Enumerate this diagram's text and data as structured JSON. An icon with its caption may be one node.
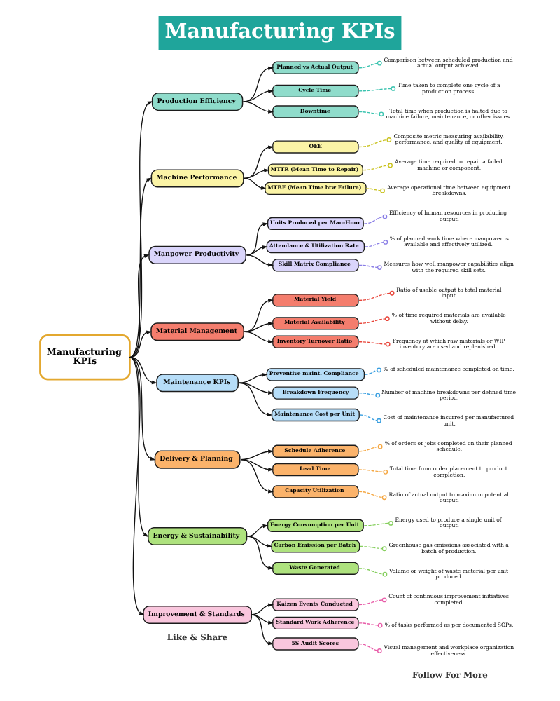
{
  "diagram": {
    "title": "Manufacturing KPIs",
    "nodes": [
      {
        "text": [
          "Manufacturing KPIs"
        ]
      },
      {
        "text": [
          "Production Efficiency"
        ]
      },
      {
        "text": [
          "Planned vs Actual Output"
        ]
      },
      {
        "text": [
          "Comparison between scheduled production and actual output achieved."
        ]
      },
      {
        "text": [
          "Cycle Time"
        ]
      },
      {
        "text": [
          "Time taken to complete one cycle of a production process."
        ]
      },
      {
        "text": [
          "Downtime"
        ]
      },
      {
        "text": [
          "Total time when production is halted due to machine failure, maintenance, or other issues."
        ]
      },
      {
        "text": [
          "Machine Performance"
        ]
      },
      {
        "text": [
          "OEE"
        ]
      },
      {
        "text": [
          "Composite metric measuring availability, performance, and quality of equipment."
        ]
      },
      {
        "text": [
          "MTTR (Mean Time to Repair)"
        ]
      },
      {
        "text": [
          "Average time required to repair a failed machine or component."
        ]
      },
      {
        "text": [
          "MTBF (Mean Time btw Failure)"
        ]
      },
      {
        "text": [
          "Average operational time between equipment breakdowns."
        ]
      },
      {
        "text": [
          "Manpower Productivity"
        ]
      },
      {
        "text": [
          "Units Produced per Man-Hour"
        ]
      },
      {
        "text": [
          "Efficiency of human resources in producing output."
        ]
      },
      {
        "text": [
          "Attendance & Utilization Rate"
        ]
      },
      {
        "text": [
          "% of planned work time where manpower is available and effectively utilized."
        ]
      },
      {
        "text": [
          "Skill Matrix Compliance"
        ]
      },
      {
        "text": [
          "Measures how well manpower capabilities align with the required skill sets."
        ]
      },
      {
        "text": [
          "Material Management"
        ]
      },
      {
        "text": [
          "Material Yield"
        ]
      },
      {
        "text": [
          "Ratio of usable output to total material input."
        ]
      },
      {
        "text": [
          "Material Availability"
        ]
      },
      {
        "text": [
          "% of time required materials are available without delay."
        ]
      },
      {
        "text": [
          "Inventory Turnover Ratio"
        ]
      },
      {
        "text": [
          "Frequency at which raw materials or WIP inventory are used and replenished."
        ]
      },
      {
        "text": [
          "Maintenance KPIs"
        ]
      },
      {
        "text": [
          "Preventive maint. Compliance"
        ]
      },
      {
        "text": [
          "% of scheduled maintenance completed on time."
        ]
      },
      {
        "text": [
          "Breakdown Frequency"
        ]
      },
      {
        "text": [
          "Number of machine breakdowns per defined time period."
        ]
      },
      {
        "text": [
          "Maintenance Cost per Unit"
        ]
      },
      {
        "text": [
          "Cost of maintenance incurred per manufactured unit."
        ]
      },
      {
        "text": [
          "Delivery & Planning"
        ]
      },
      {
        "text": [
          "Schedule Adherence"
        ]
      },
      {
        "text": [
          "% of orders or jobs completed on their planned schedule."
        ]
      },
      {
        "text": [
          "Lead Time"
        ]
      },
      {
        "text": [
          "Total time from order placement to product completion."
        ]
      },
      {
        "text": [
          "Capacity Utilization"
        ]
      },
      {
        "text": [
          "Ratio of actual output to maximum potential output."
        ]
      },
      {
        "text": [
          "Energy & Sustainability"
        ]
      },
      {
        "text": [
          "Energy Consumption per Unit"
        ]
      },
      {
        "text": [
          "Energy used to produce a single unit of output."
        ]
      },
      {
        "text": [
          "Carbon Emission per Batch"
        ]
      },
      {
        "text": [
          "Greenhouse gas emissions associated with a batch of production."
        ]
      },
      {
        "text": [
          "Waste Generated"
        ]
      },
      {
        "text": [
          "Volume or weight of waste material per unit produced."
        ]
      },
      {
        "text": [
          "Improvement & Standards"
        ]
      },
      {
        "text": [
          "Kaizen Events Conducted"
        ]
      },
      {
        "text": [
          "Count of continuous improvement initiatives completed."
        ]
      },
      {
        "text": [
          "Standard Work Adherence"
        ]
      },
      {
        "text": [
          "% of tasks performed as per documented SOPs."
        ]
      },
      {
        "text": [
          "5S Audit Scores"
        ]
      },
      {
        "text": [
          "Visual management and workplace organization effectiveness."
        ]
      }
    ],
    "edges": [
      {
        "from": 0,
        "to": 1,
        "arrow": "to"
      },
      {
        "from": 1,
        "to": 2,
        "arrow": "to"
      },
      {
        "from": 2,
        "to": 3,
        "arrow": "other",
        "style": "dashed",
        "color": "#3cc4b0"
      },
      {
        "from": 1,
        "to": 4,
        "arrow": "to"
      },
      {
        "from": 4,
        "to": 5,
        "arrow": "other",
        "style": "dashed",
        "color": "#3cc4b0"
      },
      {
        "from": 1,
        "to": 6,
        "arrow": "to"
      },
      {
        "from": 6,
        "to": 7,
        "arrow": "other",
        "style": "dashed",
        "color": "#3cc4b0"
      },
      {
        "from": 0,
        "to": 8,
        "arrow": "to"
      },
      {
        "from": 8,
        "to": 9,
        "arrow": "to"
      },
      {
        "from": 9,
        "to": 10,
        "arrow": "other",
        "style": "dashed",
        "color": "#c9c21e"
      },
      {
        "from": 8,
        "to": 11,
        "arrow": "to"
      },
      {
        "from": 11,
        "to": 12,
        "arrow": "other",
        "style": "dashed",
        "color": "#c9c21e"
      },
      {
        "from": 8,
        "to": 13,
        "arrow": "to"
      },
      {
        "from": 13,
        "to": 14,
        "arrow": "other",
        "style": "dashed",
        "color": "#c9c21e"
      },
      {
        "from": 0,
        "to": 15,
        "arrow": "to"
      },
      {
        "from": 15,
        "to": 16,
        "arrow": "to"
      },
      {
        "from": 16,
        "to": 17,
        "arrow": "other",
        "style": "dashed",
        "color": "#8a7ee6"
      },
      {
        "from": 15,
        "to": 18,
        "arrow": "to"
      },
      {
        "from": 18,
        "to": 19,
        "arrow": "other",
        "style": "dashed",
        "color": "#8a7ee6"
      },
      {
        "from": 15,
        "to": 20,
        "arrow": "to"
      },
      {
        "from": 20,
        "to": 21,
        "arrow": "other",
        "style": "dashed",
        "color": "#8a7ee6"
      },
      {
        "from": 0,
        "to": 22,
        "arrow": "to"
      },
      {
        "from": 22,
        "to": 23,
        "arrow": "to"
      },
      {
        "from": 23,
        "to": 24,
        "arrow": "other",
        "style": "dashed",
        "color": "#e8453a"
      },
      {
        "from": 22,
        "to": 25,
        "arrow": "to"
      },
      {
        "from": 25,
        "to": 26,
        "arrow": "other",
        "style": "dashed",
        "color": "#e8453a"
      },
      {
        "from": 22,
        "to": 27,
        "arrow": "to"
      },
      {
        "from": 27,
        "to": 28,
        "arrow": "other",
        "style": "dashed",
        "color": "#e8453a"
      },
      {
        "from": 0,
        "to": 29,
        "arrow": "to"
      },
      {
        "from": 29,
        "to": 30,
        "arrow": "to"
      },
      {
        "from": 30,
        "to": 31,
        "arrow": "other",
        "style": "dashed",
        "color": "#3a9fe0"
      },
      {
        "from": 29,
        "to": 32,
        "arrow": "to"
      },
      {
        "from": 32,
        "to": 33,
        "arrow": "other",
        "style": "dashed",
        "color": "#3a9fe0"
      },
      {
        "from": 29,
        "to": 34,
        "arrow": "to"
      },
      {
        "from": 34,
        "to": 35,
        "arrow": "other",
        "style": "dashed",
        "color": "#3a9fe0"
      },
      {
        "from": 0,
        "to": 36,
        "arrow": "to"
      },
      {
        "from": 36,
        "to": 37,
        "arrow": "to"
      },
      {
        "from": 37,
        "to": 38,
        "arrow": "other",
        "style": "dashed",
        "color": "#f5a742"
      },
      {
        "from": 36,
        "to": 39,
        "arrow": "to"
      },
      {
        "from": 39,
        "to": 40,
        "arrow": "other",
        "style": "dashed",
        "color": "#f5a742"
      },
      {
        "from": 36,
        "to": 41,
        "arrow": "to"
      },
      {
        "from": 41,
        "to": 42,
        "arrow": "other",
        "style": "dashed",
        "color": "#f5a742"
      },
      {
        "from": 0,
        "to": 43,
        "arrow": "to"
      },
      {
        "from": 43,
        "to": 44,
        "arrow": "to"
      },
      {
        "from": 44,
        "to": 45,
        "arrow": "other",
        "style": "dashed",
        "color": "#86cf5e"
      },
      {
        "from": 43,
        "to": 46,
        "arrow": "to"
      },
      {
        "from": 46,
        "to": 47,
        "arrow": "other",
        "style": "dashed",
        "color": "#86cf5e"
      },
      {
        "from": 43,
        "to": 48,
        "arrow": "to"
      },
      {
        "from": 48,
        "to": 49,
        "arrow": "other",
        "style": "dashed",
        "color": "#86cf5e"
      },
      {
        "from": 0,
        "to": 50,
        "arrow": "to"
      },
      {
        "from": 50,
        "to": 51,
        "arrow": "to"
      },
      {
        "from": 51,
        "to": 52,
        "arrow": "other",
        "style": "dashed",
        "color": "#e85ca8"
      },
      {
        "from": 50,
        "to": 53,
        "arrow": "to"
      },
      {
        "from": 53,
        "to": 54,
        "arrow": "other",
        "style": "dashed",
        "color": "#e85ca8"
      },
      {
        "from": 50,
        "to": 55,
        "arrow": "to"
      },
      {
        "from": 55,
        "to": 56,
        "arrow": "other",
        "style": "dashed",
        "color": "#e85ca8"
      }
    ],
    "labels": [
      "Like & Share",
      "Follow For More"
    ]
  }
}
